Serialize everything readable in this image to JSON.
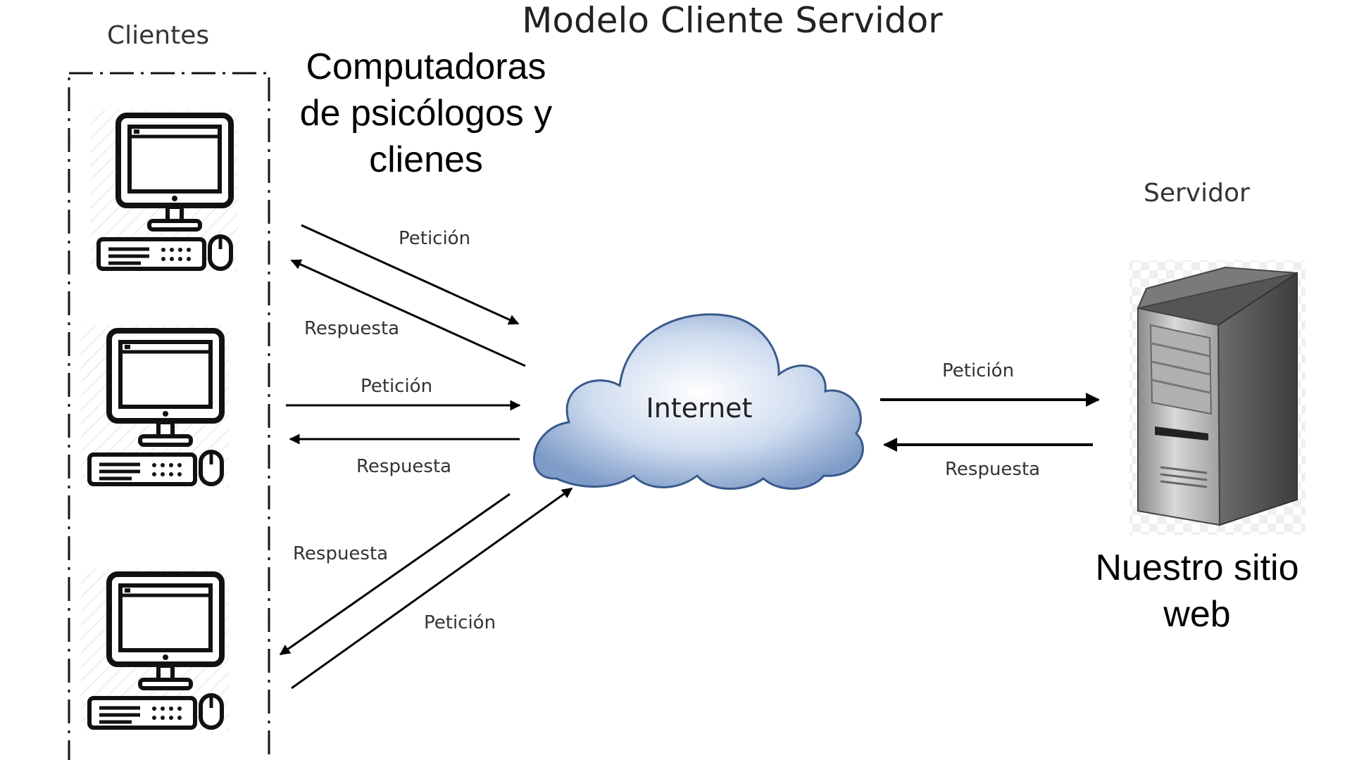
{
  "title": "Modelo Cliente Servidor",
  "clients": {
    "heading": "Clientes",
    "note": "Computadoras de psicólogos y clienes",
    "computers": [
      {
        "icon": "desktop-computer-icon"
      },
      {
        "icon": "desktop-computer-icon"
      },
      {
        "icon": "desktop-computer-icon"
      }
    ]
  },
  "internet": {
    "label": "Internet",
    "icon": "cloud-icon"
  },
  "server": {
    "heading": "Servidor",
    "note": "Nuestro sitio web",
    "icon": "server-tower-icon"
  },
  "arrows": [
    {
      "label": "Petición"
    },
    {
      "label": "Respuesta"
    },
    {
      "label": "Petición"
    },
    {
      "label": "Respuesta"
    },
    {
      "label": "Respuesta"
    },
    {
      "label": "Petición"
    },
    {
      "label": "Petición"
    },
    {
      "label": "Respuesta"
    }
  ]
}
